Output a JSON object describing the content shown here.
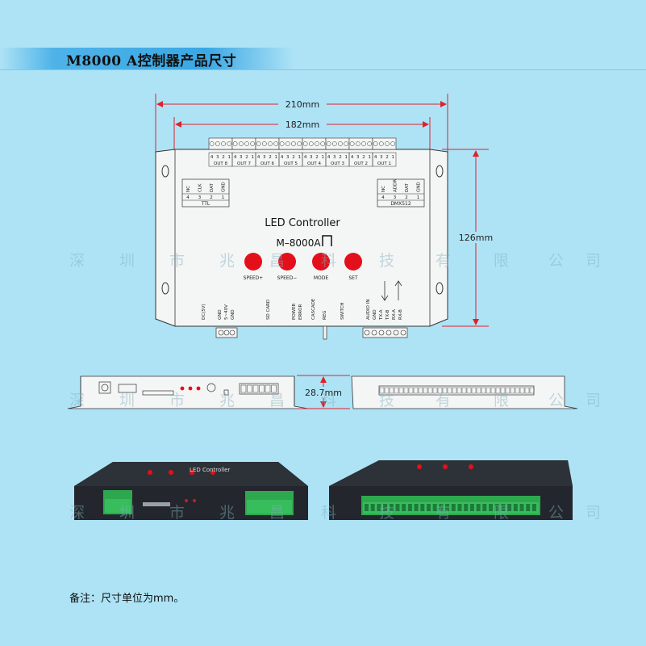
{
  "title": "M8000 A控制器产品尺寸",
  "note": "备注：尺寸单位为mm。",
  "dimensions": {
    "overall_width": "210mm",
    "inner_width": "182mm",
    "height": "126mm",
    "thickness": "28.7mm"
  },
  "device": {
    "name": "LED  Controller",
    "model": "M–8000A",
    "buttons": [
      "SPEED+",
      "SPEED−",
      "MODE",
      "SET"
    ],
    "outputs": [
      "OUT 8",
      "OUT 7",
      "OUT 6",
      "OUT 5",
      "OUT 4",
      "OUT 3",
      "OUT 2",
      "OUT 1"
    ],
    "pin_numbers": [
      "4",
      "3",
      "2",
      "1"
    ],
    "ttl_label": "TTL",
    "ttl_pins": [
      "NC",
      "CLK",
      "DAT",
      "GND"
    ],
    "dmx_label": "DMX512",
    "dmx_pins": [
      "NC",
      "ADDR",
      "DAT",
      "GND"
    ],
    "bottom_labels": [
      "DC(5V)",
      "GND",
      "5~40V",
      "GND",
      "SD CARD",
      "POWER",
      "ERROR",
      "CASCADE",
      "REG",
      "SWITCH",
      "AUDIO IN",
      "GND",
      "TX-A",
      "TX-B",
      "RX-A",
      "RX-B"
    ]
  },
  "watermark": [
    "深",
    "圳",
    "市",
    "兆",
    "昌",
    "科",
    "技",
    "有",
    "限",
    "公",
    "司"
  ],
  "colors": {
    "background": "#aee3f6",
    "dimension": "#e0202a",
    "button": "#e3101c"
  }
}
